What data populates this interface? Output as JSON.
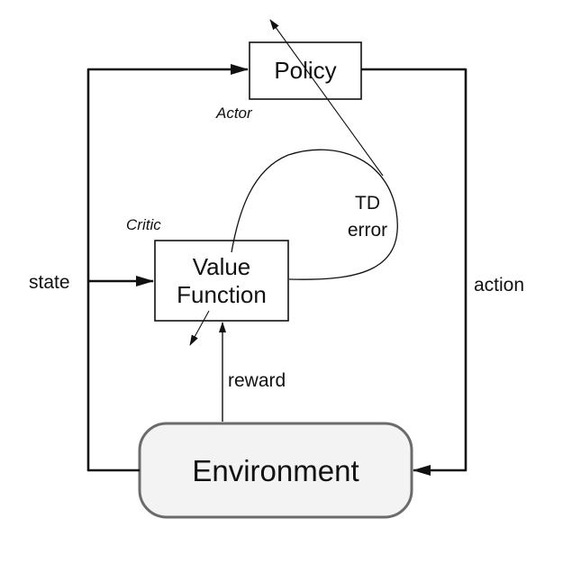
{
  "nodes": {
    "policy": "Policy",
    "value_function_line1": "Value",
    "value_function_line2": "Function",
    "environment": "Environment"
  },
  "labels": {
    "actor": "Actor",
    "critic": "Critic",
    "td_line1": "TD",
    "td_line2": "error",
    "state": "state",
    "action": "action",
    "reward": "reward"
  }
}
